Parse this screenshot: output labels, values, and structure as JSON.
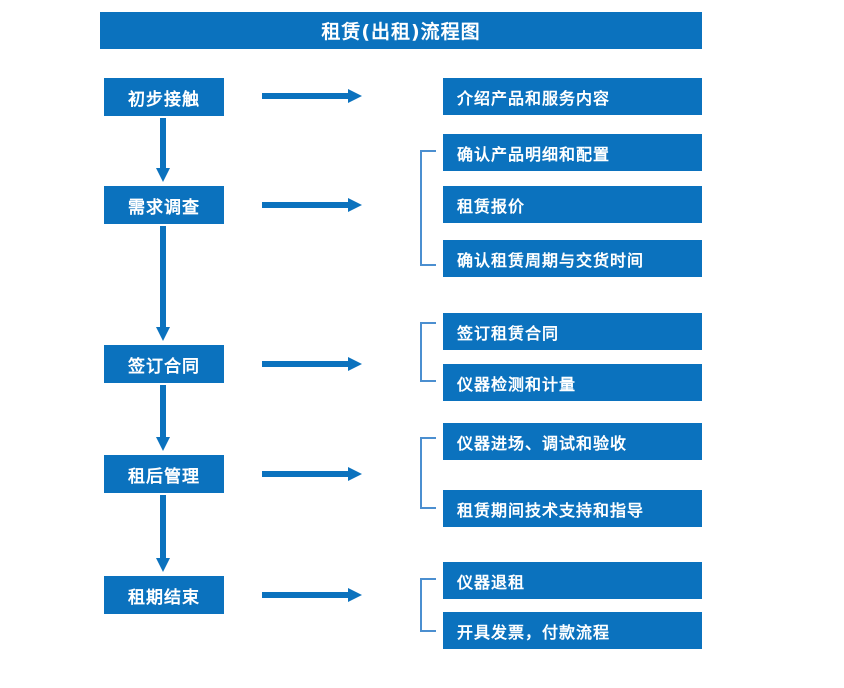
{
  "diagram": {
    "title": "租赁(出租)流程图",
    "colors": {
      "primary_blue": "#0b72be",
      "bracket_blue": "#4b8fd0",
      "text_white": "#ffffff",
      "background": "#ffffff"
    },
    "stages": [
      {
        "label": "初步接触"
      },
      {
        "label": "需求调查"
      },
      {
        "label": "签订合同"
      },
      {
        "label": "租后管理"
      },
      {
        "label": "租期结束"
      }
    ],
    "details": [
      {
        "label": "介绍产品和服务内容"
      },
      {
        "label": "确认产品明细和配置"
      },
      {
        "label": "租赁报价"
      },
      {
        "label": "确认租赁周期与交货时间"
      },
      {
        "label": "签订租赁合同"
      },
      {
        "label": "仪器检测和计量"
      },
      {
        "label": "仪器进场、调试和验收"
      },
      {
        "label": "租赁期间技术支持和指导"
      },
      {
        "label": "仪器退租"
      },
      {
        "label": "开具发票，付款流程"
      }
    ],
    "connectors": {
      "horizontal_arrow_count": 5,
      "vertical_arrow_count": 4,
      "bracket_count": 4
    }
  }
}
